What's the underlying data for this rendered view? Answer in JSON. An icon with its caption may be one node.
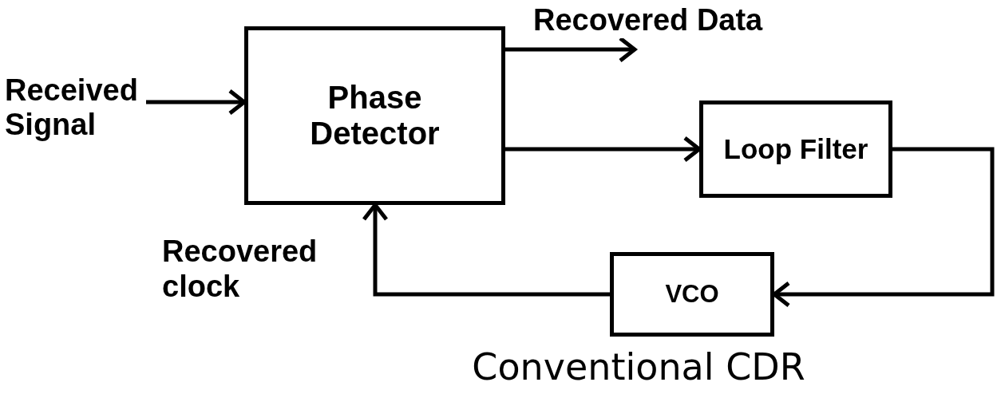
{
  "diagram": {
    "title": "Conventional CDR",
    "nodes": [
      {
        "text": [
          "Received Signal"
        ]
      },
      {
        "text": [
          "Phase Detector"
        ]
      },
      {
        "text": [
          "Loop Filter"
        ]
      },
      {
        "text": [
          "VCO"
        ]
      }
    ],
    "edges": [
      {
        "from": 0,
        "to": 1,
        "arrow": "to"
      },
      {
        "from": 1,
        "to": null,
        "arrow": "to",
        "label": "Recovered Data"
      },
      {
        "from": 1,
        "to": 2,
        "arrow": "to"
      },
      {
        "from": 2,
        "to": 3,
        "arrow": "to"
      },
      {
        "from": 3,
        "to": 1,
        "arrow": "to",
        "label": "Recovered clock"
      }
    ]
  }
}
